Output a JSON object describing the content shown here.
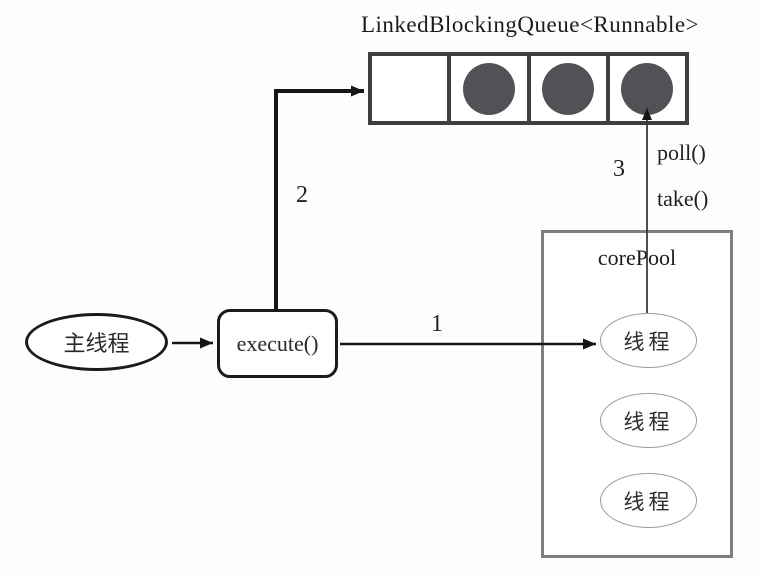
{
  "diagram": {
    "title": "LinkedBlockingQueue<Runnable>",
    "main_thread": {
      "label": "主线程"
    },
    "execute_box": {
      "label": "execute()"
    },
    "queue": {
      "cells": [
        {
          "filled": false
        },
        {
          "filled": true
        },
        {
          "filled": true
        },
        {
          "filled": true
        }
      ]
    },
    "core_pool": {
      "label": "corePool",
      "threads": [
        {
          "label": "线程"
        },
        {
          "label": "线程"
        },
        {
          "label": "线程"
        }
      ]
    },
    "edges": {
      "step1": "1",
      "step2": "2",
      "step3": "3",
      "poll": "poll()",
      "take": "take()"
    },
    "colors": {
      "background": "#fdfdfd",
      "ink": "#1b1b1b",
      "text": "#2a2a2a",
      "queue-border": "#3f3f3f",
      "task-fill": "#525256",
      "corepool-border": "#7e7e7e",
      "thread-border": "#9b9b9b",
      "arrow": "#161616",
      "thin-arrow": "#3c3c3c"
    }
  }
}
